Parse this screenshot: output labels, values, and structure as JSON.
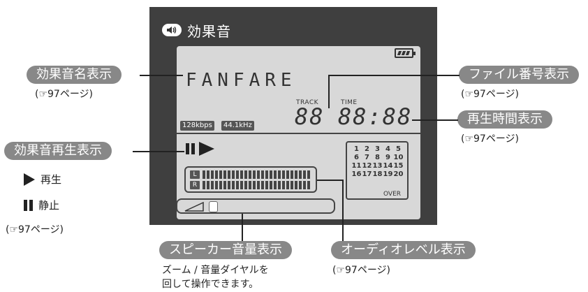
{
  "header": {
    "title": "効果音",
    "speaker_icon": "speaker-icon"
  },
  "lcd": {
    "name": "FANFARE",
    "track_label": "TRACK",
    "time_label": "TIME",
    "track_digits": "88",
    "time_digits": "88:88",
    "bitrate": "128kbps",
    "sample_rate": "44.1kHz",
    "tracks": [
      "1",
      "2",
      "3",
      "4",
      "5",
      "6",
      "7",
      "8",
      "9",
      "10",
      "11",
      "12",
      "13",
      "14",
      "15",
      "16",
      "17",
      "18",
      "19",
      "20"
    ],
    "over_label": "OVER",
    "meter_left": "L",
    "meter_right": "R"
  },
  "callouts": {
    "sound_name": "効果音名表示",
    "file_number": "ファイル番号表示",
    "play_time": "再生時間表示",
    "sound_playback": "効果音再生表示",
    "speaker_volume": "スピーカー音量表示",
    "audio_level": "オーディオレベル表示"
  },
  "refs": {
    "sound_name": "(☞97ページ)",
    "file_number": "(☞97ページ)",
    "play_time": "(☞97ページ)",
    "playback": "(☞97ページ)",
    "audio_level": "(☞97ページ)"
  },
  "legend": {
    "play": "再生",
    "pause": "静止"
  },
  "volume_note": {
    "line1": "ズーム / 音量ダイヤルを",
    "line2": "回して操作できます。"
  }
}
